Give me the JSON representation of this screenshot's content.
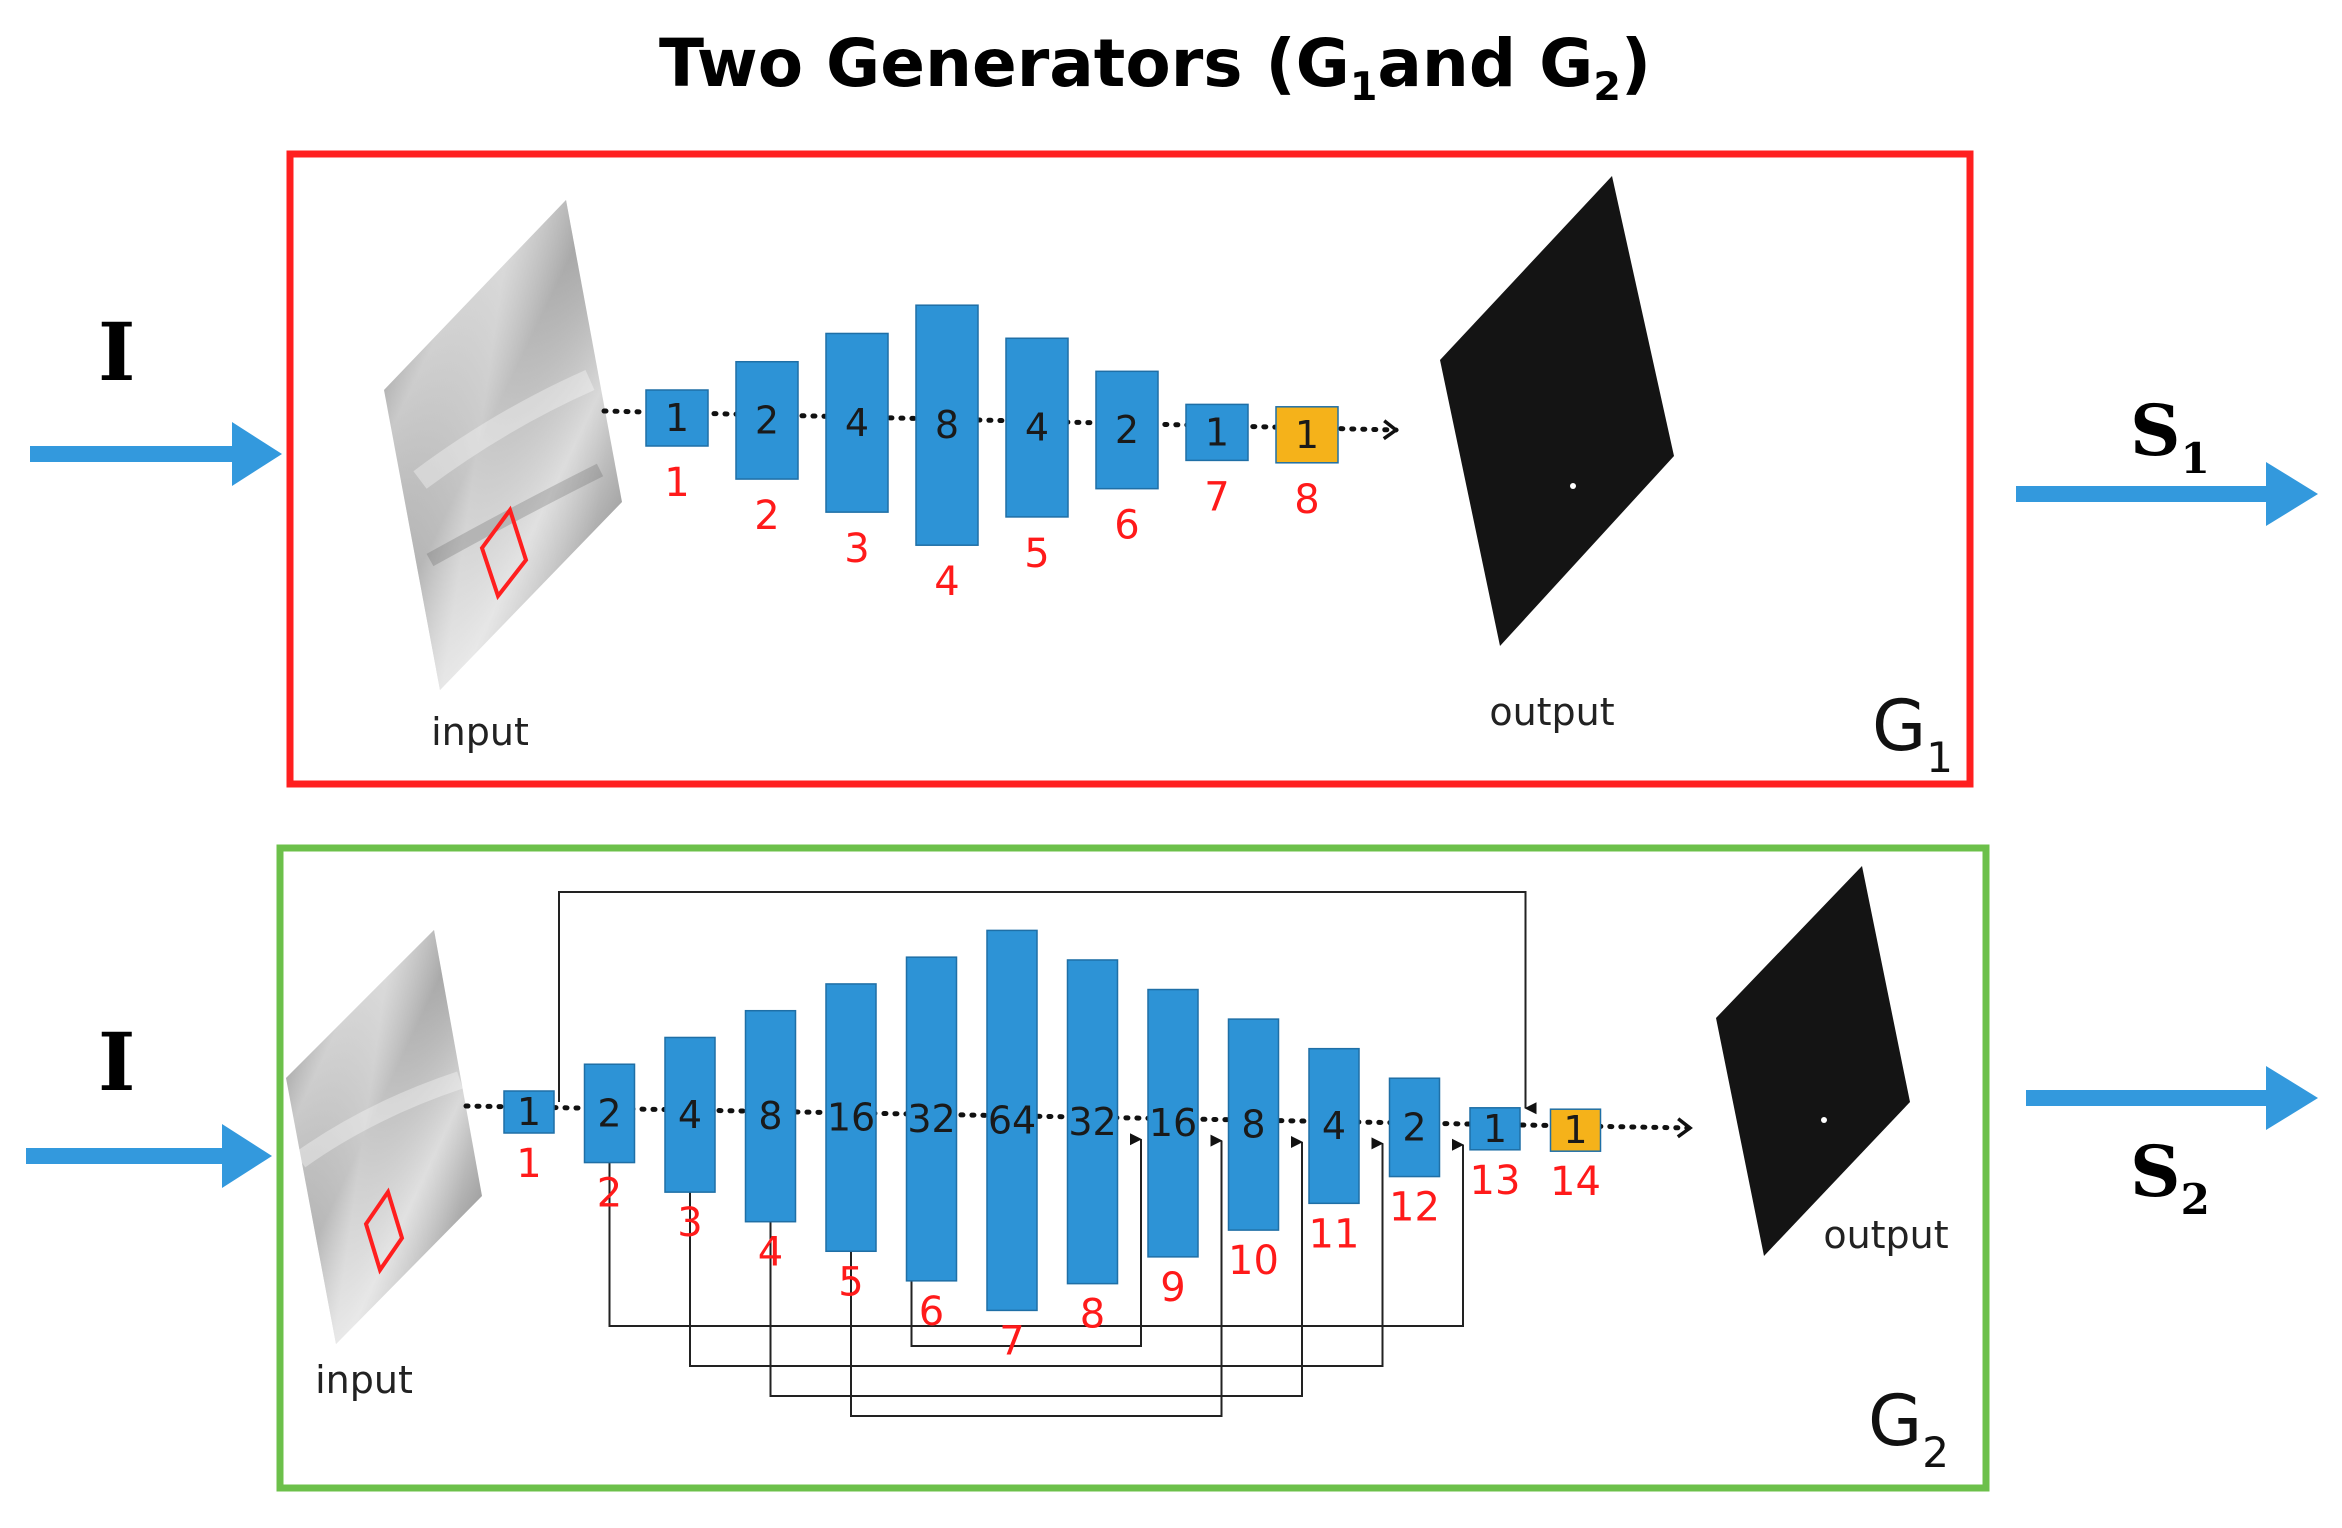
{
  "title": {
    "main": "Two Generators (G",
    "sub1": "1",
    "mid": "and G",
    "sub2": "2",
    "close": ")"
  },
  "colors": {
    "g1_frame": "#ff1f1f",
    "g2_frame": "#6cc04a",
    "layer_fill": "#2d93d6",
    "layer_output_fill": "#f5b21a",
    "arrow": "#3399dd",
    "index_text": "#ff1a1a",
    "output_map": "#141414"
  },
  "g1": {
    "label_main": "G",
    "label_sub": "1",
    "input_arrow_label": "I",
    "output_arrow_label_main": "S",
    "output_arrow_label_sub": "1",
    "input_label": "input",
    "output_label": "output",
    "layers": [
      {
        "value": "1",
        "index": "1",
        "scale": 1
      },
      {
        "value": "2",
        "index": "2",
        "scale": 2
      },
      {
        "value": "4",
        "index": "3",
        "scale": 4
      },
      {
        "value": "8",
        "index": "4",
        "scale": 8
      },
      {
        "value": "4",
        "index": "5",
        "scale": 4
      },
      {
        "value": "2",
        "index": "6",
        "scale": 2
      },
      {
        "value": "1",
        "index": "7",
        "scale": 1
      },
      {
        "value": "1",
        "index": "8",
        "scale": 1,
        "is_output": true
      }
    ]
  },
  "g2": {
    "label_main": "G",
    "label_sub": "2",
    "input_arrow_label": "I",
    "output_arrow_label_main": "S",
    "output_arrow_label_sub": "2",
    "input_label": "input",
    "output_label": "output",
    "layers": [
      {
        "value": "1",
        "index": "1",
        "scale": 1
      },
      {
        "value": "2",
        "index": "2",
        "scale": 2
      },
      {
        "value": "4",
        "index": "3",
        "scale": 4
      },
      {
        "value": "8",
        "index": "4",
        "scale": 8
      },
      {
        "value": "16",
        "index": "5",
        "scale": 16
      },
      {
        "value": "32",
        "index": "6",
        "scale": 32
      },
      {
        "value": "64",
        "index": "7",
        "scale": 64
      },
      {
        "value": "32",
        "index": "8",
        "scale": 32
      },
      {
        "value": "16",
        "index": "9",
        "scale": 16
      },
      {
        "value": "8",
        "index": "10",
        "scale": 8
      },
      {
        "value": "4",
        "index": "11",
        "scale": 4
      },
      {
        "value": "2",
        "index": "12",
        "scale": 2
      },
      {
        "value": "1",
        "index": "13",
        "scale": 1
      },
      {
        "value": "1",
        "index": "14",
        "scale": 1,
        "is_output": true
      }
    ],
    "skip_connections": [
      {
        "from": "1",
        "to": "14"
      },
      {
        "from": "2",
        "to": "13"
      },
      {
        "from": "3",
        "to": "12"
      },
      {
        "from": "4",
        "to": "11"
      },
      {
        "from": "5",
        "to": "10"
      },
      {
        "from": "6",
        "to": "9"
      }
    ]
  }
}
